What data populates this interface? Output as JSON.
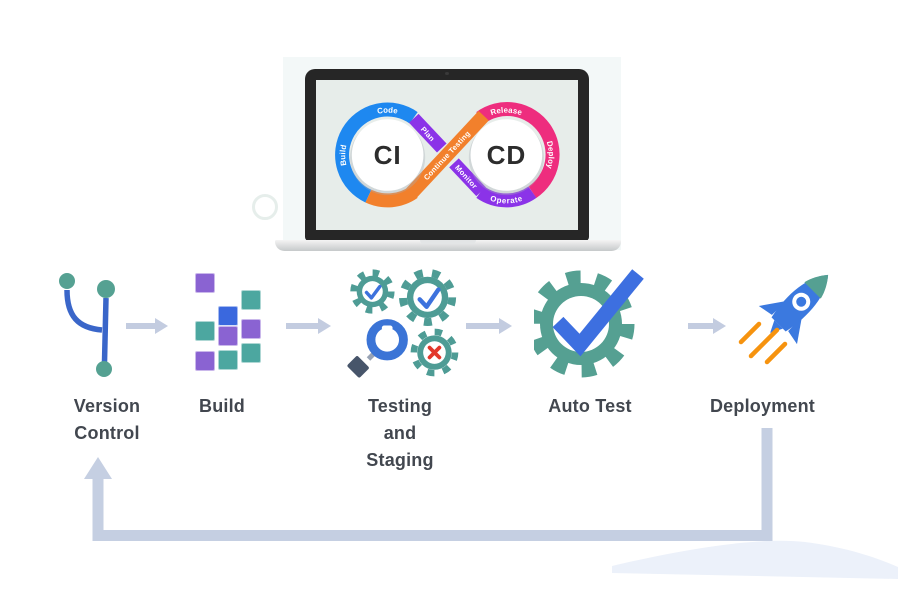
{
  "laptop_screen": {
    "ci_label": "CI",
    "cd_label": "CD",
    "loop_segments": {
      "build": "Build",
      "code": "Code",
      "plan": "Plan",
      "continuous_testing": "Continue Testing",
      "monitor": "Monitor",
      "release": "Release",
      "deploy": "Deploy",
      "operate": "Operate"
    }
  },
  "pipeline": {
    "stages": [
      {
        "label": "Version Control",
        "icon": "git-branch-icon"
      },
      {
        "label": "Build",
        "icon": "build-blocks-icon"
      },
      {
        "label": "Testing and Staging",
        "icon": "testing-gears-icon"
      },
      {
        "label": "Auto Test",
        "icon": "gear-checkmark-icon"
      },
      {
        "label": "Deployment",
        "icon": "rocket-icon"
      }
    ]
  },
  "colors": {
    "ci_blue": "#1E88F0",
    "loop_orange": "#F2802C",
    "cd_pink": "#EE2D7E",
    "loop_purple": "#8B33E8",
    "icon_teal": "#4E9C95",
    "icon_blue": "#3B74D6",
    "icon_purple": "#8A63D2",
    "flame_orange": "#F6930F",
    "error_red": "#E2372B",
    "flow_arrow_gray": "#C3CCE0",
    "feedback_arrow_gray": "#C5CFE2",
    "label_text": "#42474F"
  }
}
